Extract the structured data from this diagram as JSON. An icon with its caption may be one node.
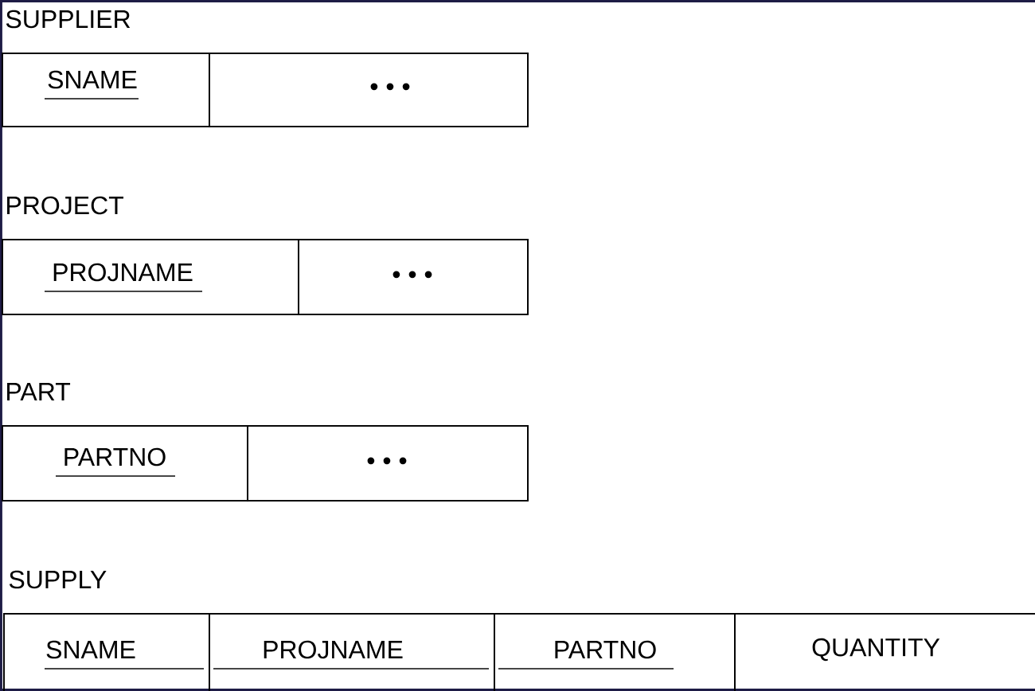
{
  "diagram": {
    "nodes": [
      {
        "text": [
          "SUPPLIER"
        ]
      },
      {
        "text": [
          "SNAME"
        ],
        "in": 0
      },
      {
        "text": [
          "• • •"
        ],
        "in": 0
      },
      {
        "text": [
          "PROJECT"
        ]
      },
      {
        "text": [
          "PROJNAME"
        ],
        "in": 3
      },
      {
        "text": [
          "• • •"
        ],
        "in": 3
      },
      {
        "text": [
          "PART"
        ]
      },
      {
        "text": [
          "PARTNO"
        ],
        "in": 6
      },
      {
        "text": [
          "• • •"
        ],
        "in": 6
      },
      {
        "text": [
          "SUPPLY"
        ]
      },
      {
        "text": [
          "SNAME"
        ],
        "in": 9
      },
      {
        "text": [
          "PROJNAME"
        ],
        "in": 9
      },
      {
        "text": [
          "PARTNO"
        ],
        "in": 9
      },
      {
        "text": [
          "QUANTITY"
        ],
        "in": 9
      }
    ]
  }
}
